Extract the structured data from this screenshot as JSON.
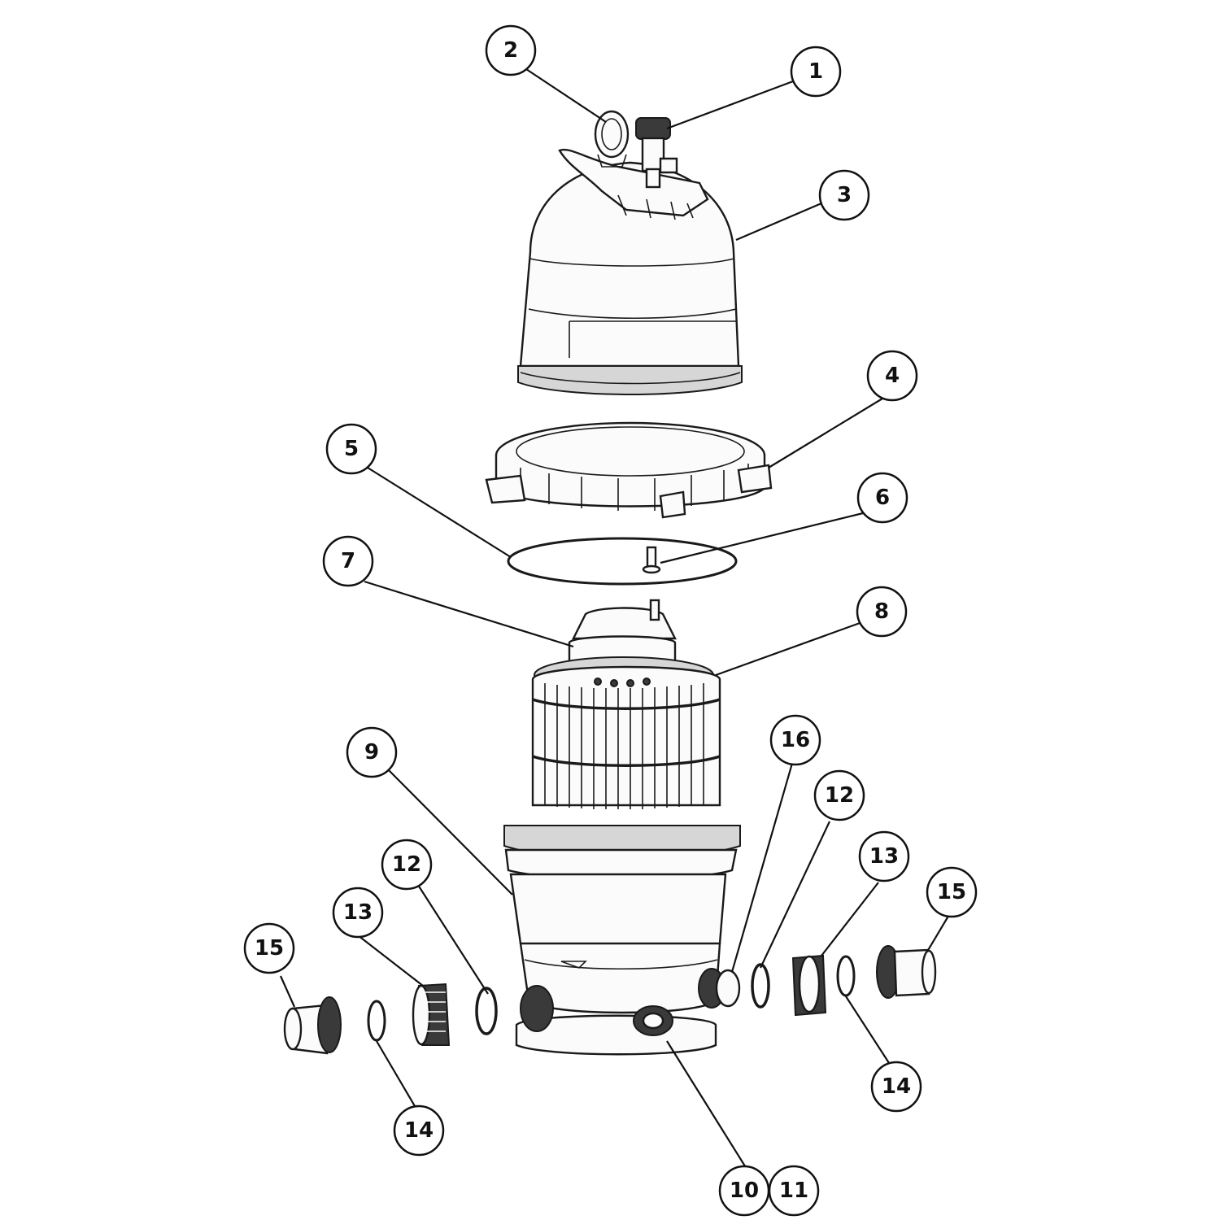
{
  "callouts": [
    {
      "id": "c1",
      "label": "1"
    },
    {
      "id": "c2",
      "label": "2"
    },
    {
      "id": "c3",
      "label": "3"
    },
    {
      "id": "c4",
      "label": "4"
    },
    {
      "id": "c5",
      "label": "5"
    },
    {
      "id": "c6",
      "label": "6"
    },
    {
      "id": "c7",
      "label": "7"
    },
    {
      "id": "c8",
      "label": "8"
    },
    {
      "id": "c9",
      "label": "9"
    },
    {
      "id": "c10",
      "label": "10"
    },
    {
      "id": "c11",
      "label": "11"
    },
    {
      "id": "c12a",
      "label": "12"
    },
    {
      "id": "c12b",
      "label": "12"
    },
    {
      "id": "c13a",
      "label": "13"
    },
    {
      "id": "c13b",
      "label": "13"
    },
    {
      "id": "c14a",
      "label": "14"
    },
    {
      "id": "c14b",
      "label": "14"
    },
    {
      "id": "c15a",
      "label": "15"
    },
    {
      "id": "c15b",
      "label": "15"
    },
    {
      "id": "c16",
      "label": "16"
    }
  ]
}
